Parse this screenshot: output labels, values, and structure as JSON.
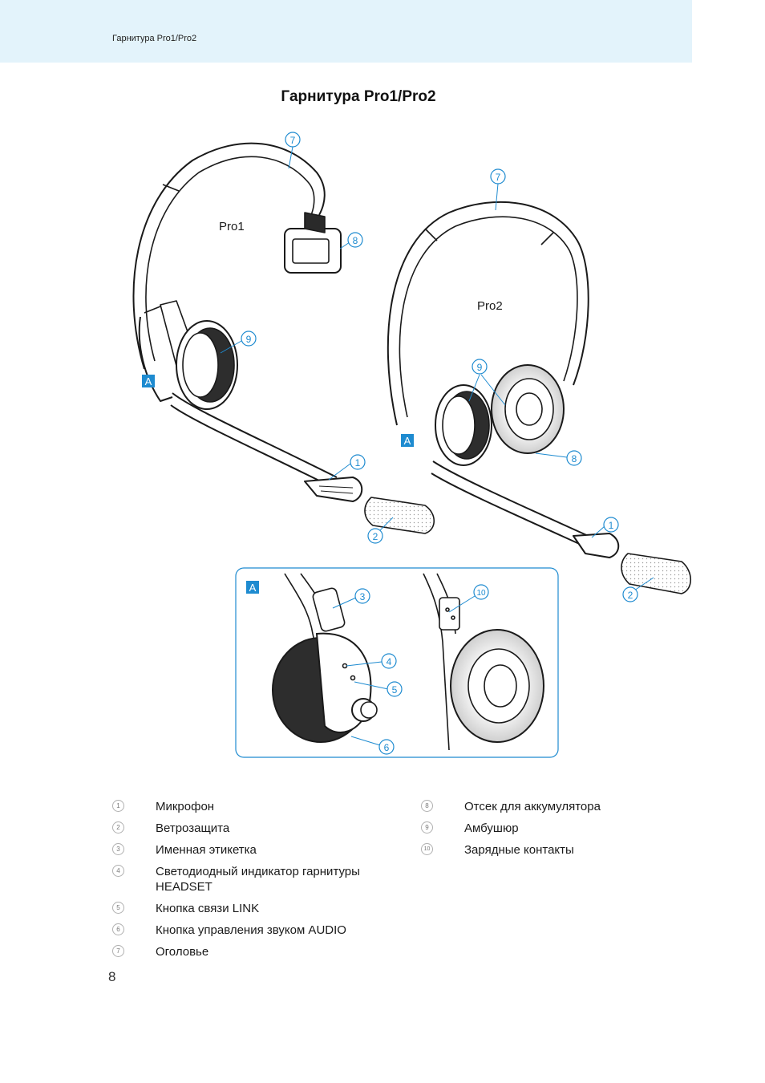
{
  "header": {
    "text": "Гарнитура Pro1/Pro2"
  },
  "title": "Гарнитура Pro1/Pro2",
  "figure": {
    "model_pro1": "Pro1",
    "model_pro2": "Pro2",
    "detail_tag": "A",
    "callouts": {
      "c1": "1",
      "c2": "2",
      "c3": "3",
      "c4": "4",
      "c5": "5",
      "c6": "6",
      "c7": "7",
      "c8": "8",
      "c9": "9",
      "c10": "10"
    }
  },
  "legend_left": [
    {
      "num": "1",
      "label": "Микрофон"
    },
    {
      "num": "2",
      "label": "Ветрозащита"
    },
    {
      "num": "3",
      "label": "Именная этикетка"
    },
    {
      "num": "4",
      "label": "Светодиодный индикатор гарнитуры HEADSET"
    },
    {
      "num": "5",
      "label": "Кнопка связи LINK"
    },
    {
      "num": "6",
      "label": "Кнопка управления звуком AUDIO"
    },
    {
      "num": "7",
      "label": "Оголовье"
    }
  ],
  "legend_right": [
    {
      "num": "8",
      "label": "Отсек для аккумулятора"
    },
    {
      "num": "9",
      "label": "Амбушюр"
    },
    {
      "num": "10",
      "label": "Зарядные контакты"
    }
  ],
  "page_number": "8",
  "colors": {
    "header_band": "#e3f3fb",
    "accent_blue": "#1e8bd0",
    "line": "#1a1a1a"
  }
}
